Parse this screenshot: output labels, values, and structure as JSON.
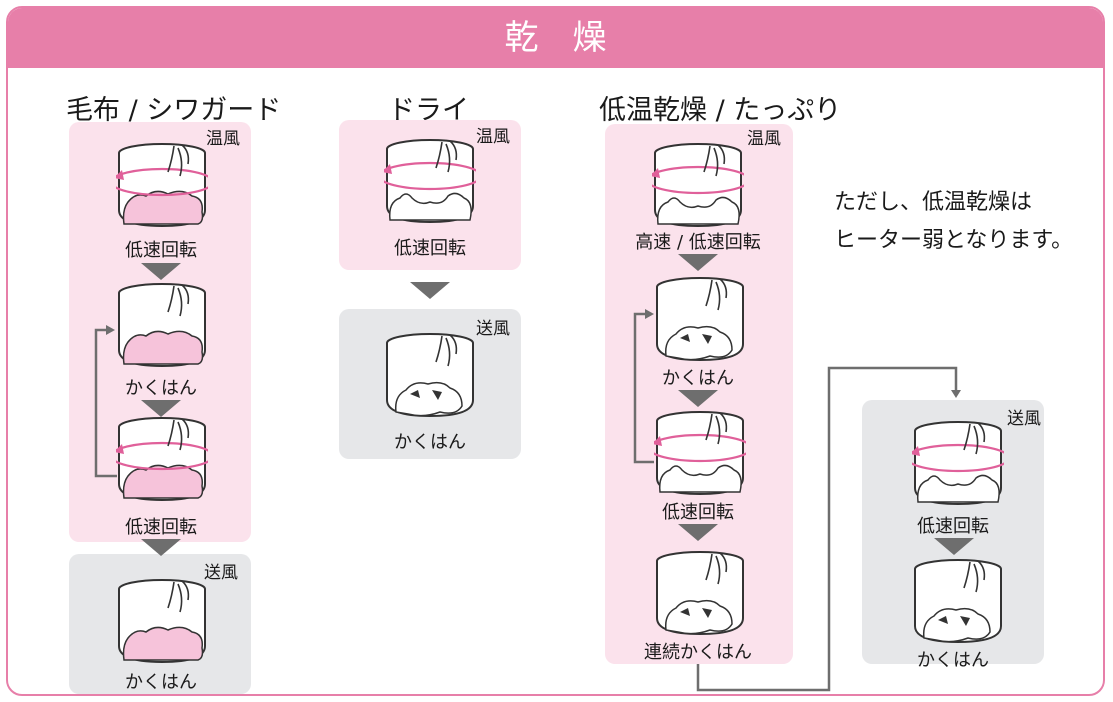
{
  "header": {
    "title": "乾　燥"
  },
  "columns": [
    {
      "title": "毛布 / シワガード",
      "steps": [
        {
          "mode": "温風",
          "label": "低速回転"
        },
        {
          "mode": "",
          "label": "かくはん"
        },
        {
          "mode": "",
          "label": "低速回転"
        },
        {
          "mode": "送風",
          "label": "かくはん"
        }
      ]
    },
    {
      "title": "ドライ",
      "steps": [
        {
          "mode": "温風",
          "label": "低速回転"
        },
        {
          "mode": "送風",
          "label": "かくはん"
        }
      ]
    },
    {
      "title": "低温乾燥 / たっぷり",
      "steps": [
        {
          "mode": "温風",
          "label": "高速 / 低速回転"
        },
        {
          "mode": "",
          "label": "かくはん"
        },
        {
          "mode": "",
          "label": "低速回転"
        },
        {
          "mode": "",
          "label": "連続かくはん"
        },
        {
          "mode": "送風",
          "label": "低速回転"
        },
        {
          "mode": "",
          "label": "かくはん"
        }
      ]
    }
  ],
  "note": {
    "line1": "ただし、低温乾燥は",
    "line2": "ヒーター弱となります。"
  },
  "colors": {
    "accent": "#e77fa9",
    "pink_panel": "#fbe2ec",
    "gray_panel": "#e6e7e9",
    "arrow": "#6e6e6e",
    "rotation": "#e0609a",
    "blanket": "#f6c3da"
  },
  "icons": [
    "drum-with-blanket-icon",
    "drum-with-clothes-icon",
    "rotation-arrow-icon",
    "warm-air-icon"
  ]
}
